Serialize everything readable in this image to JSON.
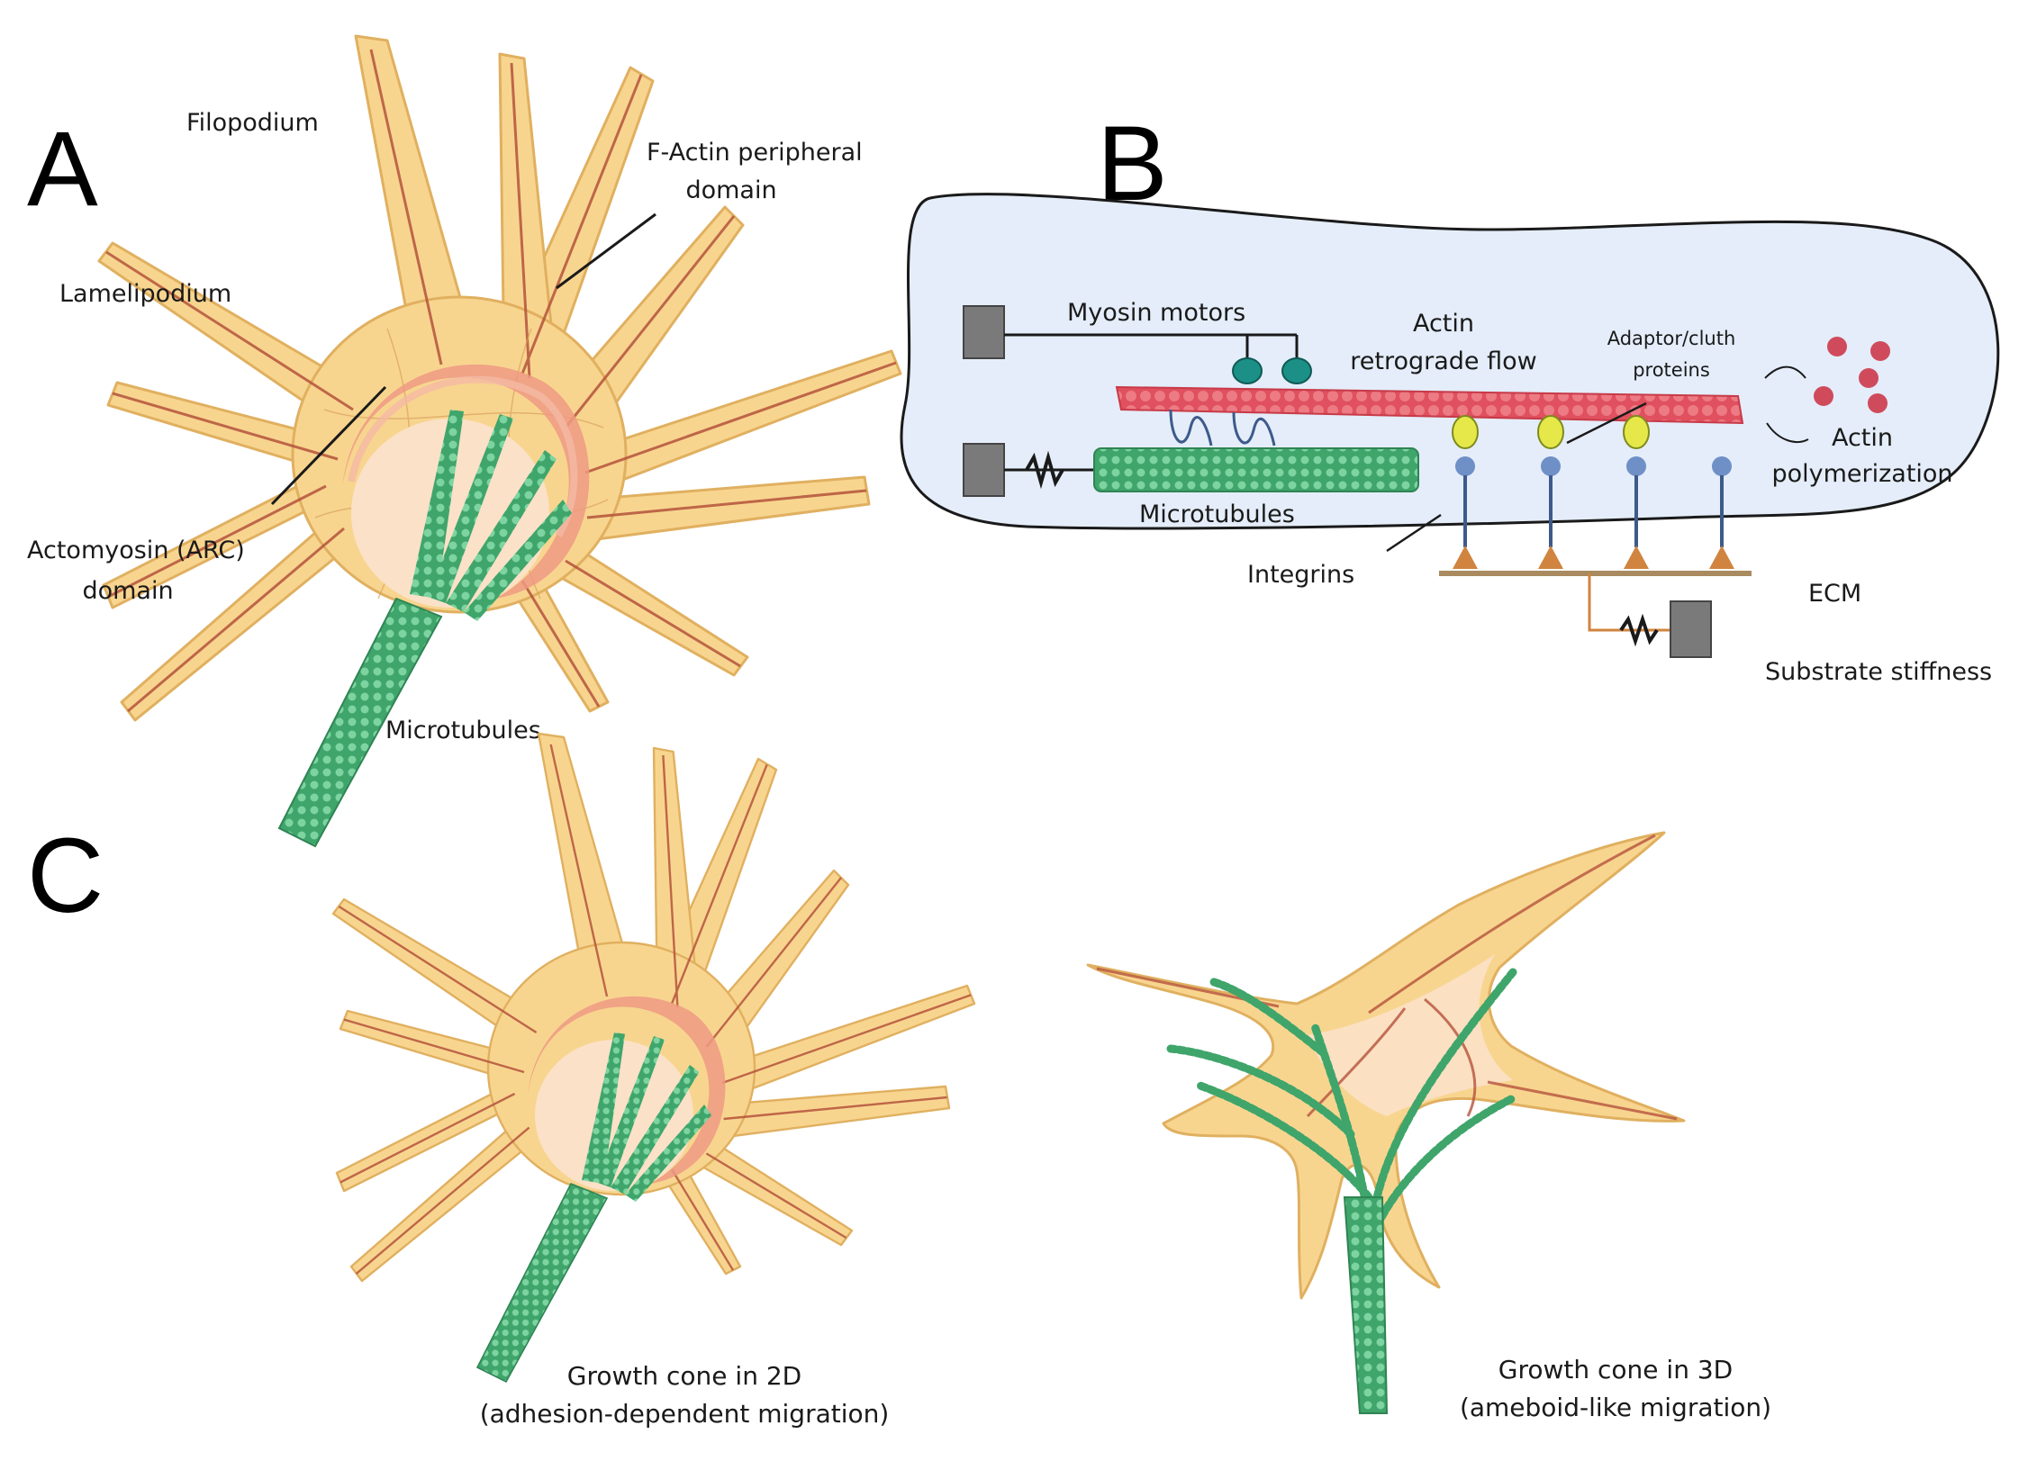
{
  "panels": {
    "a": {
      "letter": "A",
      "labels": {
        "filopodium": "Filopodium",
        "factin_line1": "F-Actin peripheral",
        "factin_line2": "domain",
        "lamelipodium": "Lamelipodium",
        "actomyosin_line1": "Actomyosin (ARC)",
        "actomyosin_line2": "domain",
        "microtubules": "Microtubules"
      }
    },
    "b": {
      "letter": "B",
      "labels": {
        "myosin_motors": "Myosin motors",
        "actin_line1": "Actin",
        "actin_line2": "retrograde flow",
        "adaptor_line1": "Adaptor/cluth",
        "adaptor_line2": "proteins",
        "polymerization_line1": "Actin",
        "polymerization_line2": "polymerization",
        "microtubules": "Microtubules",
        "integrins": "Integrins",
        "ecm": "ECM",
        "substrate_stiffness": "Substrate stiffness"
      }
    },
    "c": {
      "letter": "C",
      "captions": {
        "cone2d_line1": "Growth cone in 2D",
        "cone2d_line2": "(adhesion-dependent migration)",
        "cone3d_line1": "Growth cone in 3D",
        "cone3d_line2": "(ameboid-like migration)"
      }
    }
  },
  "colors": {
    "cone_fill": "#f8d58f",
    "cone_stroke": "#e0b060",
    "actin_bundle": "#b5533c",
    "arc_outer": "#ee9a84",
    "arc_inner": "#f4b9a4",
    "central_domain": "#fbe1c8",
    "microtubule": "#3fa56b",
    "microtubule_light": "#7dd4a0",
    "cell_fill": "#e4edf9",
    "actin_filament": "#e0505e",
    "motor_head": "#1c8f86",
    "adaptor": "#e6e84a",
    "integrin": "#6f8fc7",
    "ecm_anchor": "#d0843f",
    "ecm_line": "#a98b5f",
    "wall": "#808080"
  }
}
